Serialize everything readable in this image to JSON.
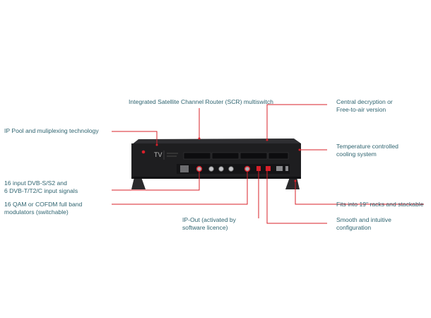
{
  "colors": {
    "label_text": "#2f6470",
    "leader_line": "#d8202a",
    "device_body": "#1e1e20",
    "device_panel": "#141416",
    "port_red": "#d8202a"
  },
  "device": {
    "front_text": "TV",
    "brand_icon": "triax-logo-icon"
  },
  "callouts": {
    "scr": {
      "lines": [
        "Integrated Satellite Channel Router (SCR) multiswitch"
      ]
    },
    "ip_pool": {
      "lines": [
        "IP Pool and muliplexing technology"
      ]
    },
    "central": {
      "lines": [
        "Central decryption or",
        "Free-to-air version"
      ]
    },
    "temperature": {
      "lines": [
        "Temperature controlled",
        "cooling system"
      ]
    },
    "input": {
      "lines": [
        "16 input DVB-S/S2 and",
        "6 DVB-T/T2/C input signals"
      ]
    },
    "qam": {
      "lines": [
        "16 QAM or COFDM full band",
        "modulators (switchable)"
      ]
    },
    "racks": {
      "lines": [
        "Fits into 19\" racks and stackable"
      ]
    },
    "ip_out": {
      "lines": [
        "IP-Out (activated by",
        "software licence)"
      ]
    },
    "smooth": {
      "lines": [
        "Smooth and intuitive",
        "configuration"
      ]
    }
  }
}
